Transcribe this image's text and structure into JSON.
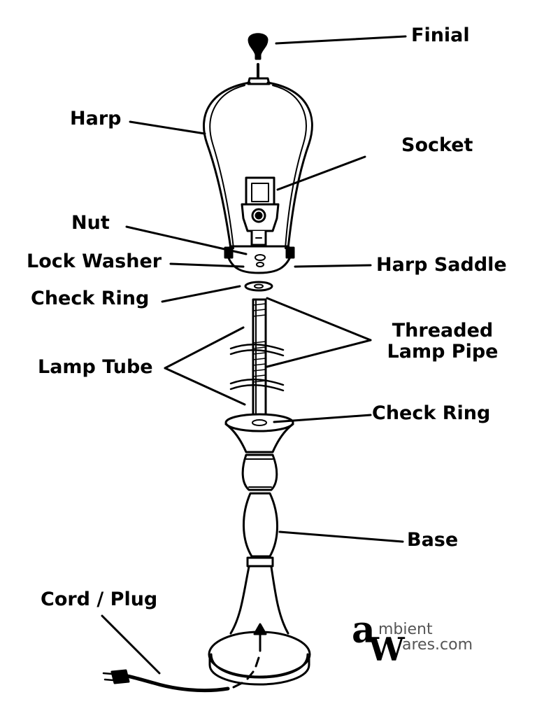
{
  "labels": {
    "finial": "Finial",
    "harp": "Harp",
    "socket": "Socket",
    "nut": "Nut",
    "lock_washer": "Lock Washer",
    "harp_saddle": "Harp Saddle",
    "check_ring_top": "Check Ring",
    "threaded_line1": "Threaded",
    "threaded_line2": "Lamp Pipe",
    "lamp_tube": "Lamp Tube",
    "check_ring_bottom": "Check Ring",
    "base": "Base",
    "cord_plug": "Cord / Plug"
  },
  "logo": {
    "letter_a": "a",
    "suffix_a": "mbient",
    "letter_w": "W",
    "suffix_w": "ares.com"
  },
  "colors": {
    "ink": "#000000",
    "background": "#ffffff",
    "logo_gray": "#555555"
  }
}
